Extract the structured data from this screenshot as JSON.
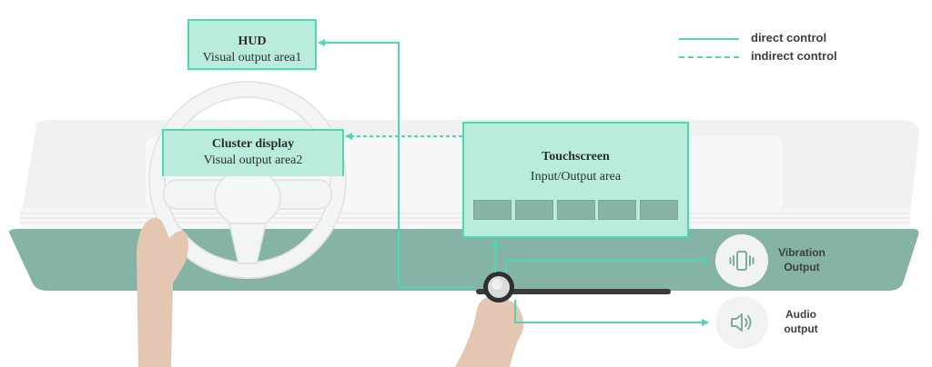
{
  "hud": {
    "title": "HUD",
    "subtitle": "Visual output area1"
  },
  "cluster": {
    "title": "Cluster display",
    "subtitle": "Visual output area2"
  },
  "touchscreen": {
    "title": "Touchscreen",
    "subtitle": "Input/Output area",
    "key_count": 5
  },
  "legend": {
    "direct": "direct control",
    "indirect": "indirect control"
  },
  "vibration": {
    "line1": "Vibration",
    "line2": "Output",
    "icon": "phone-vibrate-icon"
  },
  "audio": {
    "line1": "Audio",
    "line2": "output",
    "icon": "speaker-icon"
  },
  "colors": {
    "accent": "#4fd8b0",
    "box_fill": "#b9ecdc",
    "dash_teal": "#85b3a5",
    "key": "#88b4a6"
  }
}
